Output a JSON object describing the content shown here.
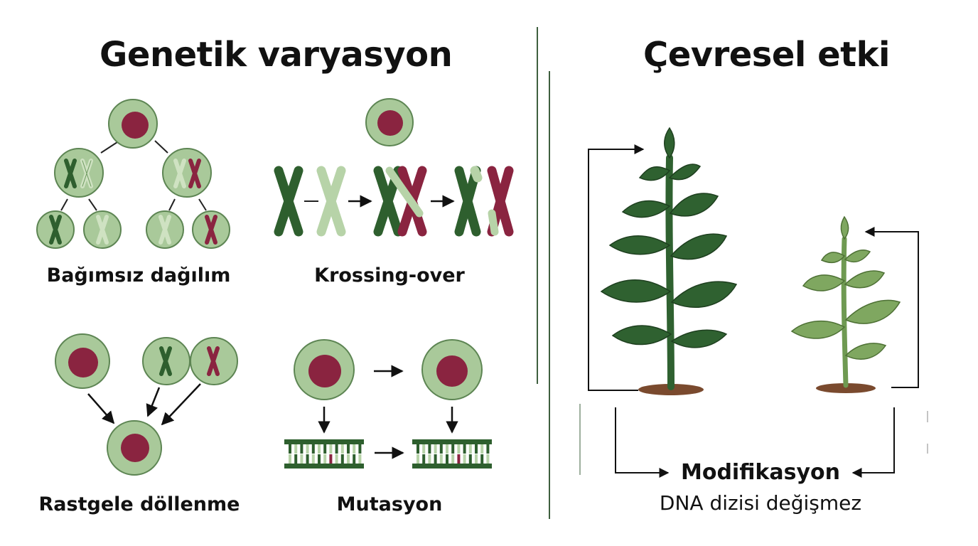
{
  "left_panel": {
    "title": "Genetik varyasyon",
    "labels": {
      "independent_assortment": "Bağımsız dağılım",
      "crossing_over": "Krossing-over",
      "random_fertilization": "Rastgele döllenme",
      "mutation": "Mutasyon"
    }
  },
  "right_panel": {
    "title": "Çevresel etki",
    "result_label": "Modifikasyon",
    "result_note": "DNA dizisi değişmez"
  },
  "colors": {
    "dark_green": "#2e5f2e",
    "light_green": "#b7d3a8",
    "cell_fill": "#a9c99a",
    "cell_stroke": "#5d8553",
    "nucleus": "#8a2440",
    "leaf_dark": "#2f6130",
    "leaf_light": "#7fa760",
    "soil": "#7a4a2e",
    "divider": "#3e5f3e"
  }
}
